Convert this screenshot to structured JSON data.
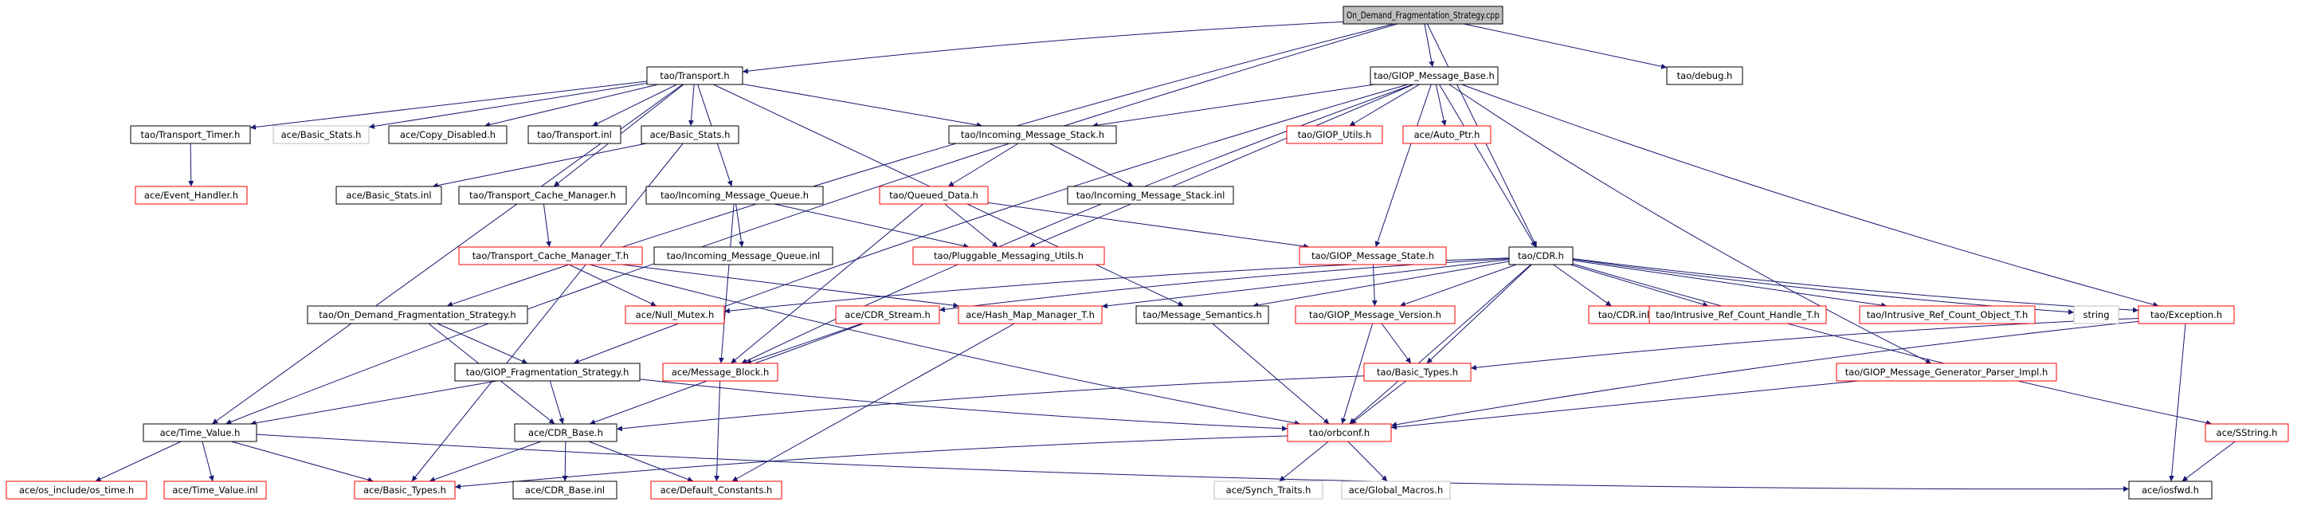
{
  "colors": {
    "edge": "#191970",
    "root_fill": "#bfbfbf",
    "node_fill": "#ffffff",
    "border_black": "#000000",
    "border_red": "#ff0000",
    "border_grey": "#bfbfbf",
    "text": "#000000"
  },
  "nodes": [
    {
      "id": "root",
      "label": "On_Demand_Fragmentation_Strategy.cpp",
      "style": "root"
    },
    {
      "id": "transport_h",
      "label": "tao/Transport.h",
      "style": "black"
    },
    {
      "id": "giop_msg_base",
      "label": "tao/GIOP_Message_Base.h",
      "style": "black"
    },
    {
      "id": "debug_h",
      "label": "tao/debug.h",
      "style": "black"
    },
    {
      "id": "transport_timer",
      "label": "tao/Transport_Timer.h",
      "style": "black"
    },
    {
      "id": "ace_basic_stats_grey",
      "label": "ace/Basic_Stats.h",
      "style": "grey"
    },
    {
      "id": "copy_disabled",
      "label": "ace/Copy_Disabled.h",
      "style": "black"
    },
    {
      "id": "transport_inl",
      "label": "tao/Transport.inl",
      "style": "black"
    },
    {
      "id": "ace_basic_stats",
      "label": "ace/Basic_Stats.h",
      "style": "black"
    },
    {
      "id": "inc_msg_stack",
      "label": "tao/Incoming_Message_Stack.h",
      "style": "black"
    },
    {
      "id": "giop_utils",
      "label": "tao/GIOP_Utils.h",
      "style": "red"
    },
    {
      "id": "auto_ptr",
      "label": "ace/Auto_Ptr.h",
      "style": "red"
    },
    {
      "id": "event_handler",
      "label": "ace/Event_Handler.h",
      "style": "red"
    },
    {
      "id": "basic_stats_inl",
      "label": "ace/Basic_Stats.inl",
      "style": "black"
    },
    {
      "id": "transport_cache_mgr",
      "label": "tao/Transport_Cache_Manager.h",
      "style": "black"
    },
    {
      "id": "inc_msg_queue",
      "label": "tao/Incoming_Message_Queue.h",
      "style": "black"
    },
    {
      "id": "queued_data",
      "label": "tao/Queued_Data.h",
      "style": "red"
    },
    {
      "id": "inc_msg_stack_inl",
      "label": "tao/Incoming_Message_Stack.inl",
      "style": "black"
    },
    {
      "id": "transport_cache_mgr_t",
      "label": "tao/Transport_Cache_Manager_T.h",
      "style": "red"
    },
    {
      "id": "inc_msg_queue_inl",
      "label": "tao/Incoming_Message_Queue.inl",
      "style": "black"
    },
    {
      "id": "pluggable_utils",
      "label": "tao/Pluggable_Messaging_Utils.h",
      "style": "red"
    },
    {
      "id": "giop_msg_state",
      "label": "tao/GIOP_Message_State.h",
      "style": "red"
    },
    {
      "id": "cdr_h",
      "label": "tao/CDR.h",
      "style": "black"
    },
    {
      "id": "odfs_h",
      "label": "tao/On_Demand_Fragmentation_Strategy.h",
      "style": "black"
    },
    {
      "id": "null_mutex",
      "label": "ace/Null_Mutex.h",
      "style": "red"
    },
    {
      "id": "cdr_stream",
      "label": "ace/CDR_Stream.h",
      "style": "red"
    },
    {
      "id": "hash_map_mgr",
      "label": "ace/Hash_Map_Manager_T.h",
      "style": "red"
    },
    {
      "id": "msg_semantics",
      "label": "tao/Message_Semantics.h",
      "style": "black"
    },
    {
      "id": "giop_msg_version",
      "label": "tao/GIOP_Message_Version.h",
      "style": "red"
    },
    {
      "id": "cdr_inl",
      "label": "tao/CDR.inl",
      "style": "red"
    },
    {
      "id": "irc_handle",
      "label": "tao/Intrusive_Ref_Count_Handle_T.h",
      "style": "red"
    },
    {
      "id": "irc_object",
      "label": "tao/Intrusive_Ref_Count_Object_T.h",
      "style": "red"
    },
    {
      "id": "string",
      "label": "string",
      "style": "grey"
    },
    {
      "id": "exception_h",
      "label": "tao/Exception.h",
      "style": "red"
    },
    {
      "id": "giop_frag_strategy",
      "label": "tao/GIOP_Fragmentation_Strategy.h",
      "style": "black"
    },
    {
      "id": "msg_block",
      "label": "ace/Message_Block.h",
      "style": "red"
    },
    {
      "id": "tao_basic_types",
      "label": "tao/Basic_Types.h",
      "style": "red"
    },
    {
      "id": "giop_gen_parser",
      "label": "tao/GIOP_Message_Generator_Parser_Impl.h",
      "style": "red"
    },
    {
      "id": "time_value",
      "label": "ace/Time_Value.h",
      "style": "black"
    },
    {
      "id": "cdr_base",
      "label": "ace/CDR_Base.h",
      "style": "black"
    },
    {
      "id": "orbconf",
      "label": "tao/orbconf.h",
      "style": "red"
    },
    {
      "id": "sstring",
      "label": "ace/SString.h",
      "style": "red"
    },
    {
      "id": "os_time",
      "label": "ace/os_include/os_time.h",
      "style": "red"
    },
    {
      "id": "time_value_inl",
      "label": "ace/Time_Value.inl",
      "style": "red"
    },
    {
      "id": "ace_basic_types",
      "label": "ace/Basic_Types.h",
      "style": "red"
    },
    {
      "id": "cdr_base_inl",
      "label": "ace/CDR_Base.inl",
      "style": "black"
    },
    {
      "id": "default_constants",
      "label": "ace/Default_Constants.h",
      "style": "red"
    },
    {
      "id": "synch_traits",
      "label": "ace/Synch_Traits.h",
      "style": "grey"
    },
    {
      "id": "global_macros",
      "label": "ace/Global_Macros.h",
      "style": "grey"
    },
    {
      "id": "iosfwd",
      "label": "ace/iosfwd.h",
      "style": "black"
    }
  ],
  "edges": [
    [
      "root",
      "transport_h"
    ],
    [
      "root",
      "giop_msg_base"
    ],
    [
      "root",
      "debug_h"
    ],
    [
      "root",
      "cdr_h"
    ],
    [
      "root",
      "odfs_h"
    ],
    [
      "root",
      "time_value"
    ],
    [
      "transport_h",
      "transport_timer"
    ],
    [
      "transport_h",
      "ace_basic_stats_grey"
    ],
    [
      "transport_h",
      "copy_disabled"
    ],
    [
      "transport_h",
      "transport_inl"
    ],
    [
      "transport_h",
      "ace_basic_stats"
    ],
    [
      "transport_h",
      "inc_msg_stack"
    ],
    [
      "transport_h",
      "transport_cache_mgr"
    ],
    [
      "transport_h",
      "inc_msg_queue"
    ],
    [
      "transport_h",
      "time_value"
    ],
    [
      "transport_h",
      "msg_semantics"
    ],
    [
      "giop_msg_base",
      "inc_msg_stack"
    ],
    [
      "giop_msg_base",
      "giop_utils"
    ],
    [
      "giop_msg_base",
      "auto_ptr"
    ],
    [
      "giop_msg_base",
      "pluggable_utils"
    ],
    [
      "giop_msg_base",
      "giop_msg_state"
    ],
    [
      "giop_msg_base",
      "cdr_h"
    ],
    [
      "giop_msg_base",
      "exception_h"
    ],
    [
      "giop_msg_base",
      "giop_gen_parser"
    ],
    [
      "giop_msg_base",
      "giop_frag_strategy"
    ],
    [
      "giop_msg_base",
      "msg_block"
    ],
    [
      "transport_timer",
      "event_handler"
    ],
    [
      "ace_basic_stats",
      "basic_stats_inl"
    ],
    [
      "ace_basic_stats",
      "ace_basic_types"
    ],
    [
      "inc_msg_stack",
      "queued_data"
    ],
    [
      "inc_msg_stack",
      "inc_msg_stack_inl"
    ],
    [
      "transport_cache_mgr",
      "transport_cache_mgr_t"
    ],
    [
      "inc_msg_queue",
      "pluggable_utils"
    ],
    [
      "inc_msg_queue",
      "inc_msg_queue_inl"
    ],
    [
      "inc_msg_queue",
      "msg_block"
    ],
    [
      "queued_data",
      "pluggable_utils"
    ],
    [
      "queued_data",
      "giop_msg_state"
    ],
    [
      "queued_data",
      "msg_block"
    ],
    [
      "transport_cache_mgr_t",
      "null_mutex"
    ],
    [
      "transport_cache_mgr_t",
      "hash_map_mgr"
    ],
    [
      "transport_cache_mgr_t",
      "orbconf"
    ],
    [
      "giop_msg_state",
      "giop_msg_version"
    ],
    [
      "cdr_h",
      "null_mutex"
    ],
    [
      "cdr_h",
      "cdr_stream"
    ],
    [
      "cdr_h",
      "hash_map_mgr"
    ],
    [
      "cdr_h",
      "msg_semantics"
    ],
    [
      "cdr_h",
      "giop_msg_version"
    ],
    [
      "cdr_h",
      "cdr_inl"
    ],
    [
      "cdr_h",
      "irc_handle"
    ],
    [
      "cdr_h",
      "irc_object"
    ],
    [
      "cdr_h",
      "string"
    ],
    [
      "cdr_h",
      "exception_h"
    ],
    [
      "cdr_h",
      "tao_basic_types"
    ],
    [
      "cdr_h",
      "orbconf"
    ],
    [
      "cdr_h",
      "sstring"
    ],
    [
      "odfs_h",
      "giop_frag_strategy"
    ],
    [
      "odfs_h",
      "cdr_base"
    ],
    [
      "cdr_stream",
      "msg_block"
    ],
    [
      "cdr_stream",
      "cdr_base"
    ],
    [
      "hash_map_mgr",
      "default_constants"
    ],
    [
      "msg_semantics",
      "orbconf"
    ],
    [
      "giop_msg_version",
      "tao_basic_types"
    ],
    [
      "giop_msg_version",
      "orbconf"
    ],
    [
      "exception_h",
      "tao_basic_types"
    ],
    [
      "exception_h",
      "orbconf"
    ],
    [
      "exception_h",
      "iosfwd"
    ],
    [
      "giop_frag_strategy",
      "cdr_base"
    ],
    [
      "giop_frag_strategy",
      "orbconf"
    ],
    [
      "giop_frag_strategy",
      "time_value"
    ],
    [
      "msg_block",
      "default_constants"
    ],
    [
      "tao_basic_types",
      "cdr_base"
    ],
    [
      "tao_basic_types",
      "orbconf"
    ],
    [
      "giop_gen_parser",
      "orbconf"
    ],
    [
      "time_value",
      "os_time"
    ],
    [
      "time_value",
      "time_value_inl"
    ],
    [
      "time_value",
      "ace_basic_types"
    ],
    [
      "time_value",
      "iosfwd"
    ],
    [
      "cdr_base",
      "ace_basic_types"
    ],
    [
      "cdr_base",
      "cdr_base_inl"
    ],
    [
      "cdr_base",
      "default_constants"
    ],
    [
      "orbconf",
      "ace_basic_types"
    ],
    [
      "orbconf",
      "synch_traits"
    ],
    [
      "orbconf",
      "global_macros"
    ],
    [
      "sstring",
      "iosfwd"
    ]
  ]
}
